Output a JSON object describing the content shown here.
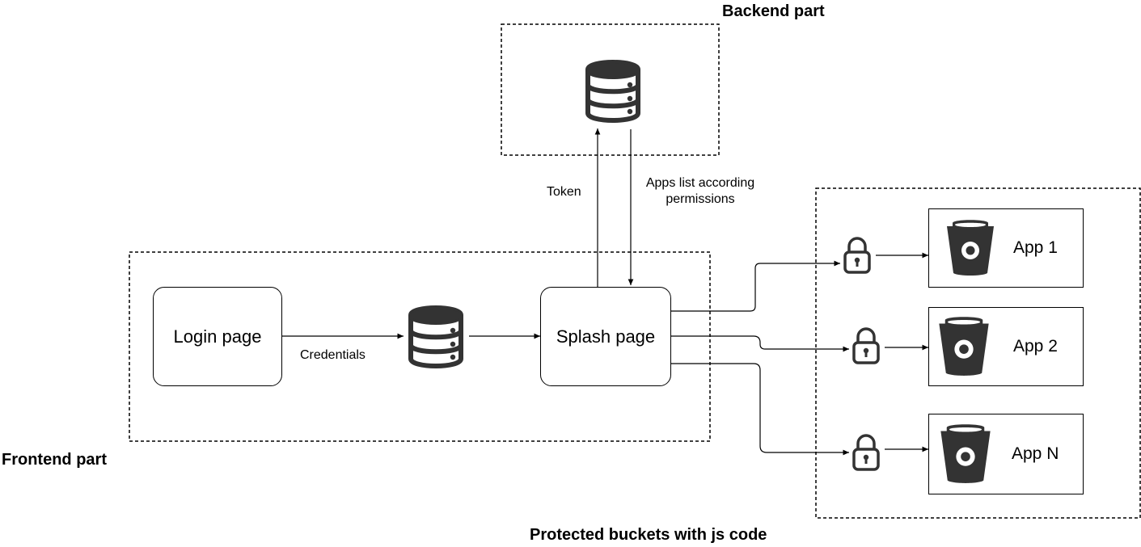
{
  "groups": {
    "backend": "Backend part",
    "frontend": "Frontend part",
    "buckets": "Protected buckets with js code"
  },
  "nodes": {
    "login": "Login page",
    "splash": "Splash page"
  },
  "edges": {
    "credentials": "Credentials",
    "token": "Token",
    "apps_list_line1": "Apps list according",
    "apps_list_line2": "permissions"
  },
  "apps": [
    "App 1",
    "App 2",
    "App N"
  ],
  "icons": {
    "database": "database-icon",
    "lock": "lock-icon",
    "bucket": "bucket-icon"
  },
  "colors": {
    "line": "#000000",
    "icon": "#333333",
    "background": "#ffffff"
  }
}
